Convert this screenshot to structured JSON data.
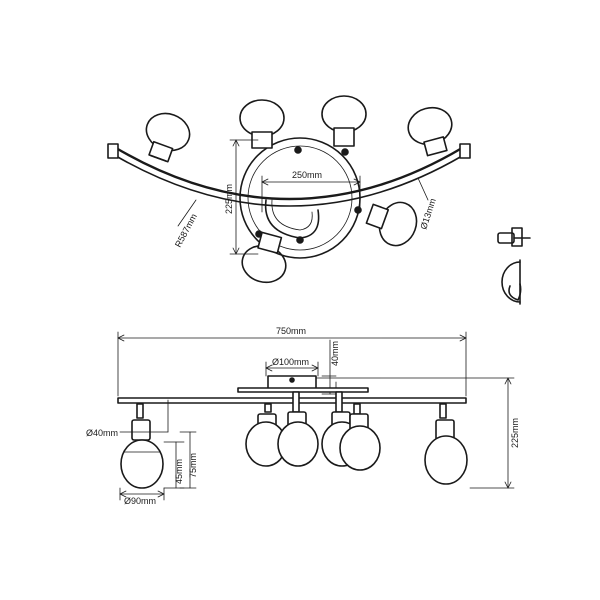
{
  "top_view": {
    "arc_radius": "R587mm",
    "plate_diameter": "250mm",
    "plate_height": "225mm",
    "tube_diameter": "Ø13mm"
  },
  "front_view": {
    "total_width": "750mm",
    "canopy_diameter": "Ø100mm",
    "canopy_height": "40mm",
    "total_height": "225mm",
    "socket_diameter": "Ø40mm",
    "shade_height_upper": "45mm",
    "shade_height_total": "75mm",
    "shade_diameter": "Ø90mm"
  }
}
